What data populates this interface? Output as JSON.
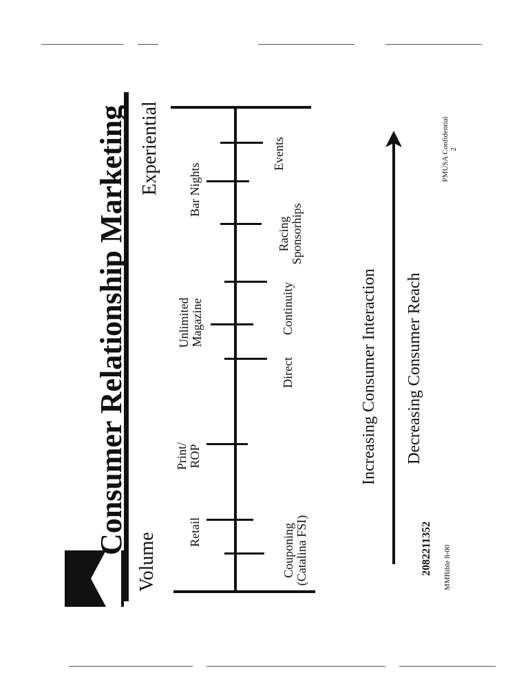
{
  "slide": {
    "title": "Consumer Relationship Marketing",
    "ends": {
      "left": "Volume",
      "right": "Experiential"
    },
    "upper_labels": [
      {
        "key": "retail",
        "text": "Retail"
      },
      {
        "key": "print-rop",
        "line1": "Print/",
        "line2": "ROP"
      },
      {
        "key": "unlimited-magazine",
        "line1": "Unlimited",
        "line2": "Magazine"
      },
      {
        "key": "bar-nights",
        "text": "Bar Nights"
      }
    ],
    "lower_labels": [
      {
        "key": "couponing",
        "line1": "Couponing",
        "line2": "(Catalina FSI)"
      },
      {
        "key": "direct",
        "text": "Direct"
      },
      {
        "key": "continuity",
        "text": "Continuity"
      },
      {
        "key": "racing",
        "line1": "Racing",
        "line2": "Sponsorhips"
      },
      {
        "key": "events",
        "text": "Events"
      }
    ],
    "arrow_top": "Increasing Consumer Interaction",
    "arrow_bottom": "Decreasing Consumer Reach",
    "footer_left": "MMBible 8-00",
    "footer_right_line1": "PMUSA Confidential",
    "footer_right_line2": "2",
    "doc_number": "2082211352",
    "colors": {
      "ink": "#111111",
      "background": "#ffffff"
    }
  }
}
